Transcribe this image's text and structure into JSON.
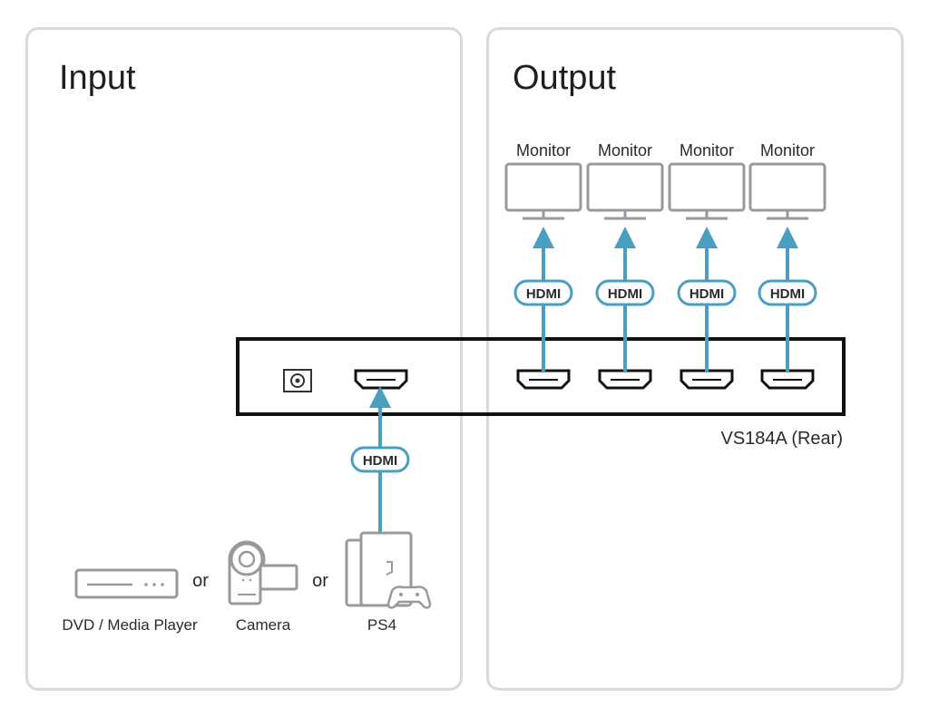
{
  "input": {
    "title": "Input",
    "devices": [
      {
        "name": "dvd-media-player",
        "label": "DVD / Media Player"
      },
      {
        "name": "camera",
        "label": "Camera"
      },
      {
        "name": "ps4",
        "label": "PS4"
      }
    ],
    "separator": "or",
    "cable_label": "HDMI"
  },
  "output": {
    "title": "Output",
    "monitors": [
      {
        "label": "Monitor",
        "cable": "HDMI"
      },
      {
        "label": "Monitor",
        "cable": "HDMI"
      },
      {
        "label": "Monitor",
        "cable": "HDMI"
      },
      {
        "label": "Monitor",
        "cable": "HDMI"
      }
    ]
  },
  "device": {
    "label": "VS184A (Rear)"
  },
  "colors": {
    "cable": "#4a9fc0",
    "outline": "#999999",
    "frame": "#111111",
    "panel_border": "#d9d9d9"
  }
}
